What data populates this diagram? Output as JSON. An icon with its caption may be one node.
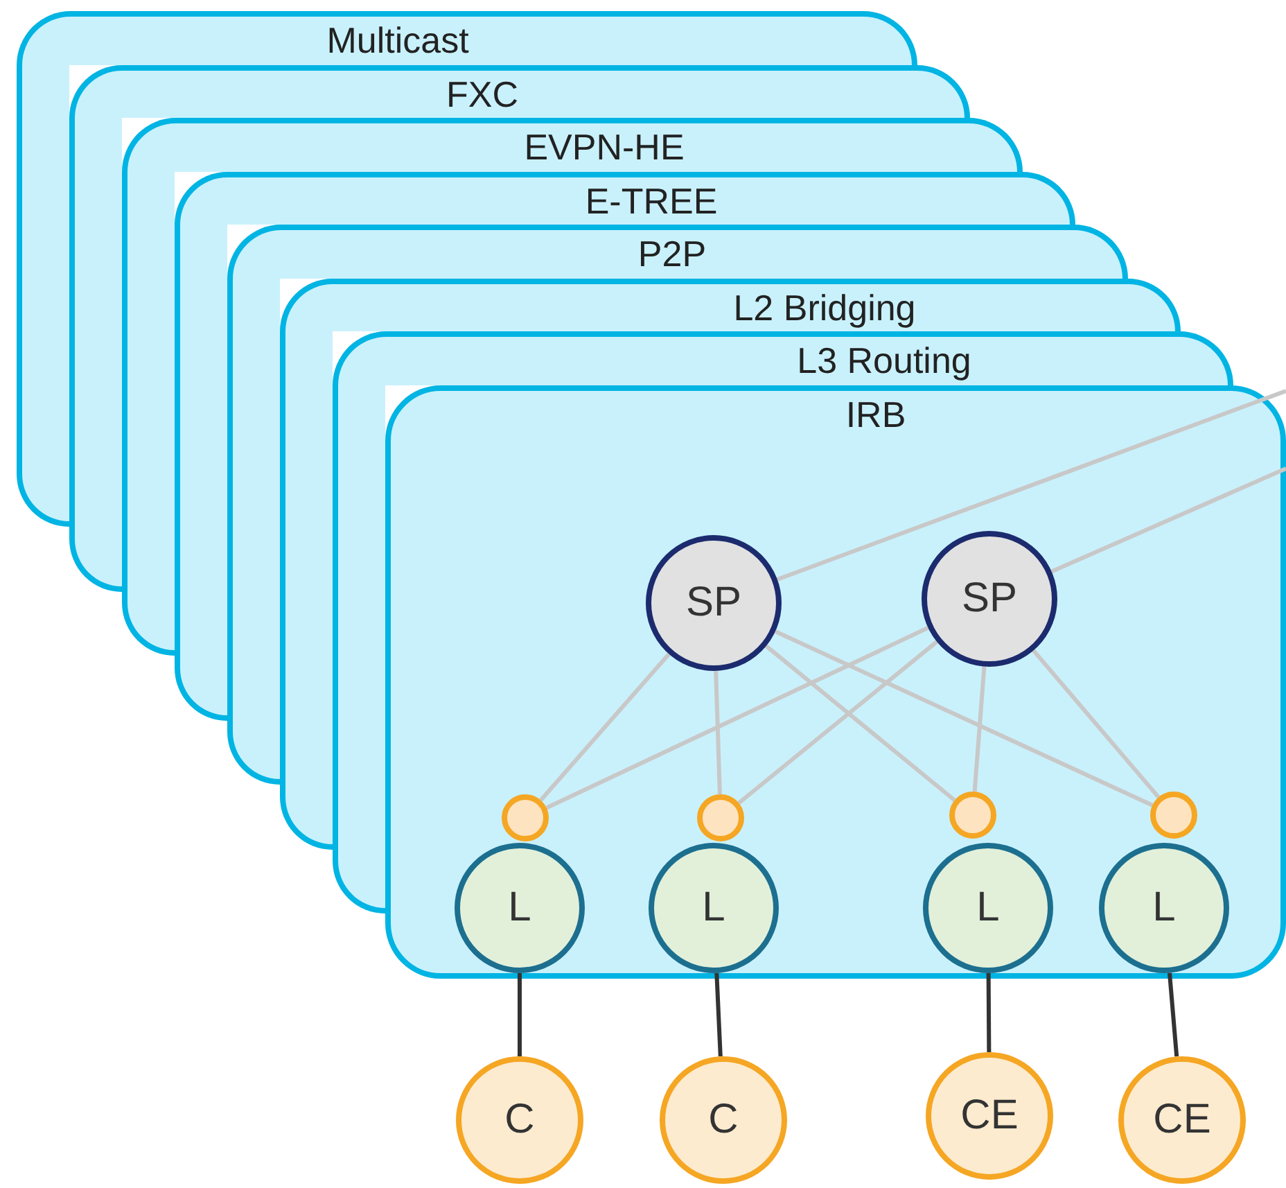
{
  "diagram": {
    "nodes": [
      {
        "text": [
          "Multicast"
        ]
      },
      {
        "text": [
          "FXC"
        ]
      },
      {
        "text": [
          "EVPN-HE"
        ]
      },
      {
        "text": [
          "E-TREE"
        ]
      },
      {
        "text": [
          "P2P"
        ]
      },
      {
        "text": [
          "L2 Bridging"
        ]
      },
      {
        "text": [
          "L3 Routing"
        ]
      },
      {
        "text": [
          "IRB"
        ]
      },
      {
        "text": [
          "SP"
        ],
        "in": 7
      },
      {
        "text": [
          "SP"
        ],
        "in": 7
      },
      {
        "text": [],
        "shape": "circle",
        "in": 7
      },
      {
        "text": [],
        "shape": "circle",
        "in": 7
      },
      {
        "text": [],
        "shape": "circle",
        "in": 7
      },
      {
        "text": [],
        "shape": "circle",
        "in": 7
      },
      {
        "text": [
          "L"
        ],
        "in": 7
      },
      {
        "text": [
          "L"
        ],
        "in": 7
      },
      {
        "text": [
          "L"
        ],
        "in": 7
      },
      {
        "text": [
          "L"
        ],
        "in": 7
      },
      {
        "text": [
          "C"
        ]
      },
      {
        "text": [
          "C"
        ]
      },
      {
        "text": [
          "CE"
        ]
      },
      {
        "text": [
          "CE"
        ]
      }
    ],
    "edges": [
      {
        "from": 8,
        "to": null,
        "arrow": "none"
      },
      {
        "from": 9,
        "to": null,
        "arrow": "none"
      },
      {
        "from": 8,
        "to": 10,
        "arrow": "none"
      },
      {
        "from": 8,
        "to": 11,
        "arrow": "none"
      },
      {
        "from": 8,
        "to": 12,
        "arrow": "none"
      },
      {
        "from": 8,
        "to": 13,
        "arrow": "none"
      },
      {
        "from": 9,
        "to": 10,
        "arrow": "none"
      },
      {
        "from": 9,
        "to": 11,
        "arrow": "none"
      },
      {
        "from": 9,
        "to": 12,
        "arrow": "none"
      },
      {
        "from": 9,
        "to": 13,
        "arrow": "none"
      },
      {
        "from": 14,
        "to": 18,
        "arrow": "none",
        "color": "#333333"
      },
      {
        "from": 15,
        "to": 19,
        "arrow": "none",
        "color": "#333333"
      },
      {
        "from": 16,
        "to": 20,
        "arrow": "none",
        "color": "#333333"
      },
      {
        "from": 17,
        "to": 21,
        "arrow": "none",
        "color": "#333333"
      }
    ]
  }
}
